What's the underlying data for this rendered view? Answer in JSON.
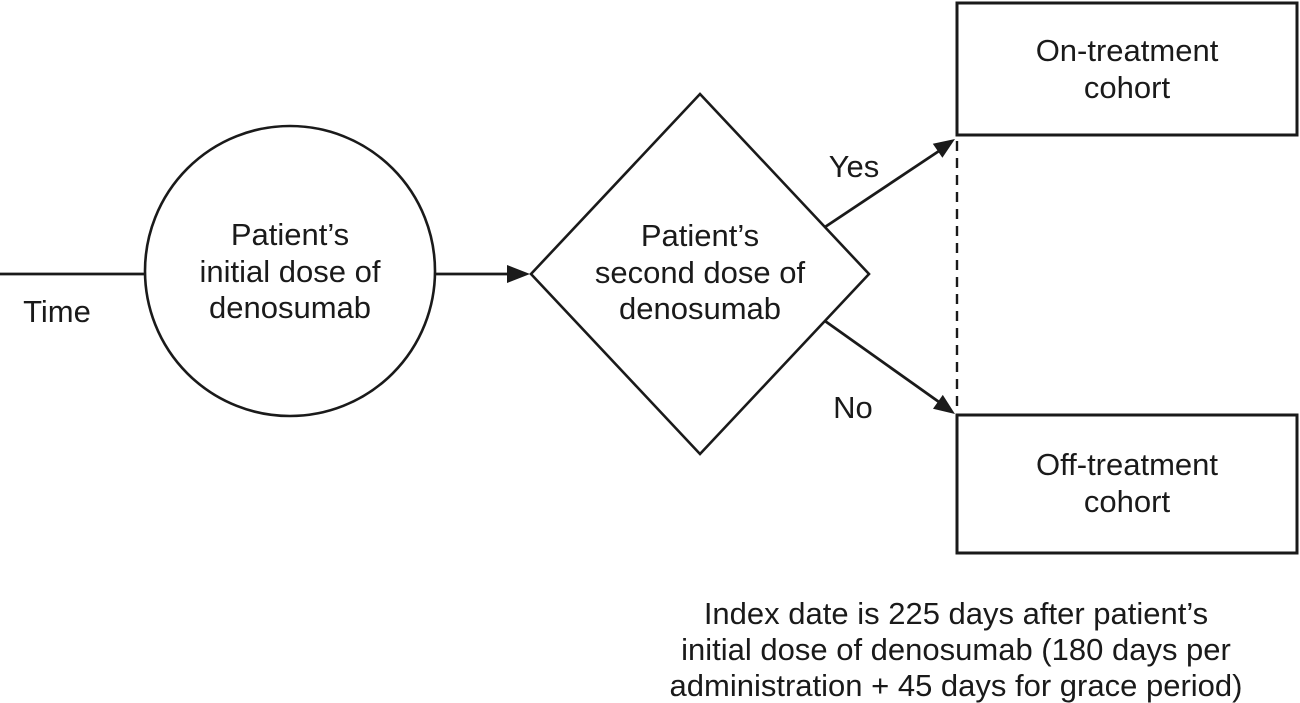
{
  "figure": {
    "background_color": "#ffffff",
    "ink_color": "#1a1a1a",
    "time_label": "Time",
    "initial_dose_node": {
      "shape": "circle",
      "lines": [
        "Patient’s",
        "initial dose of",
        "denosumab"
      ]
    },
    "decision_node": {
      "shape": "diamond",
      "lines": [
        "Patient’s",
        "second dose of",
        "denosumab"
      ]
    },
    "branches": {
      "yes_label": "Yes",
      "no_label": "No"
    },
    "on_treatment_box": {
      "lines": [
        "On-treatment",
        "cohort"
      ]
    },
    "off_treatment_box": {
      "lines": [
        "Off-treatment",
        "cohort"
      ]
    },
    "caption": {
      "lines": [
        "Index date is 225 days after patient’s",
        "initial dose of denosumab (180 days per",
        "administration + 45 days for grace period)"
      ]
    }
  }
}
